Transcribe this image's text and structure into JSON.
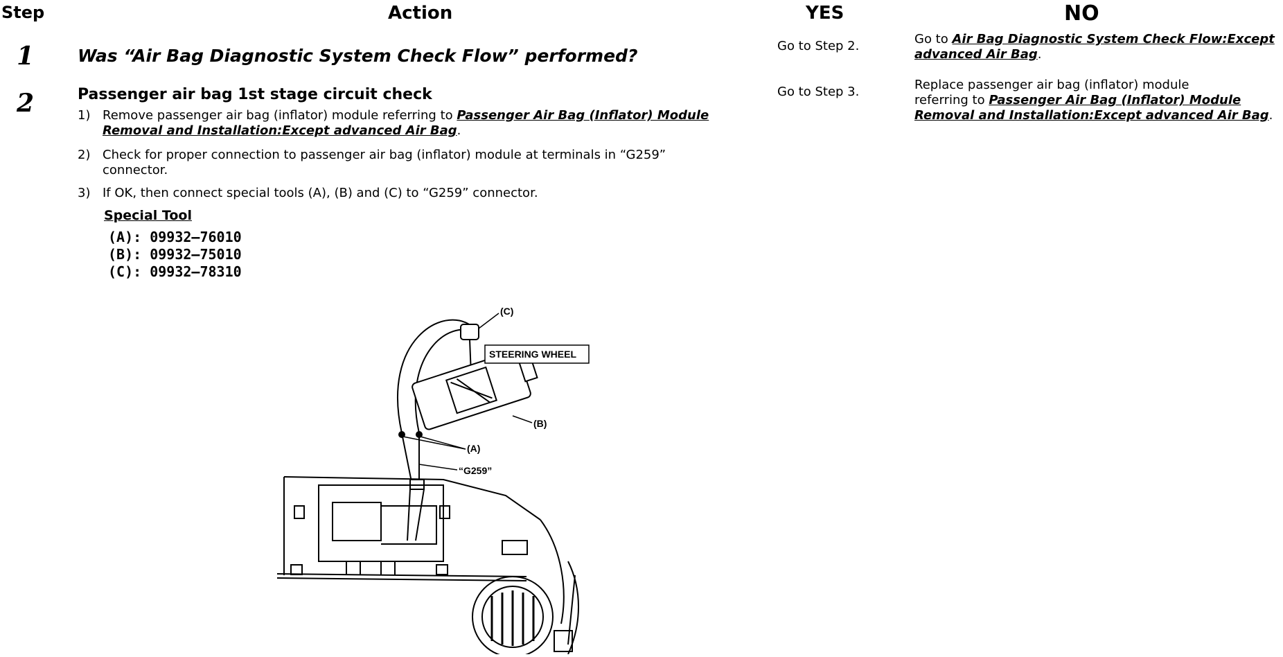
{
  "headers": {
    "step": "Step",
    "action": "Action",
    "yes": "YES",
    "no": "NO"
  },
  "step1": {
    "number": "1",
    "title": "Was “Air Bag Diagnostic System Check Flow” performed?",
    "yes": "Go to Step 2.",
    "no_prefix": "Go to ",
    "no_link_line1": "Air Bag Diagnostic System Check Flow:Except",
    "no_link_line2": "advanced Air Bag",
    "no_suffix": "."
  },
  "step2": {
    "number": "2",
    "title": "Passenger air bag 1st stage circuit check",
    "item1_num": "1)",
    "item1_text": "Remove passenger air bag (inflator) module referring to ",
    "item1_link_line1": "Passenger Air Bag (Inflator) Module",
    "item1_link_line2": "Removal and Installation:Except advanced Air Bag",
    "item1_suffix": ".",
    "item2_num": "2)",
    "item2_line1": "Check for proper connection to passenger air bag (inflator) module at terminals in “G259”",
    "item2_line2": "connector.",
    "item3_num": "3)",
    "item3_text": "If OK, then connect special tools (A), (B) and (C) to “G259” connector.",
    "special_tool_label": "Special Tool",
    "tools": [
      "(A): 09932–76010",
      "(B): 09932–75010",
      "(C): 09932–78310"
    ],
    "yes": "Go to Step 3.",
    "no_line1": "Replace passenger air bag (inflator) module",
    "no_line2_prefix": "referring to ",
    "no_link_line1": "Passenger Air Bag (Inflator) Module",
    "no_link_line2": "Removal and Installation:Except advanced Air Bag",
    "no_suffix": "."
  },
  "figure": {
    "label_c": "(C)",
    "label_steering": "STEERING WHEEL",
    "label_b": "(B)",
    "label_a": "(A)",
    "label_connector": "“G259”"
  }
}
